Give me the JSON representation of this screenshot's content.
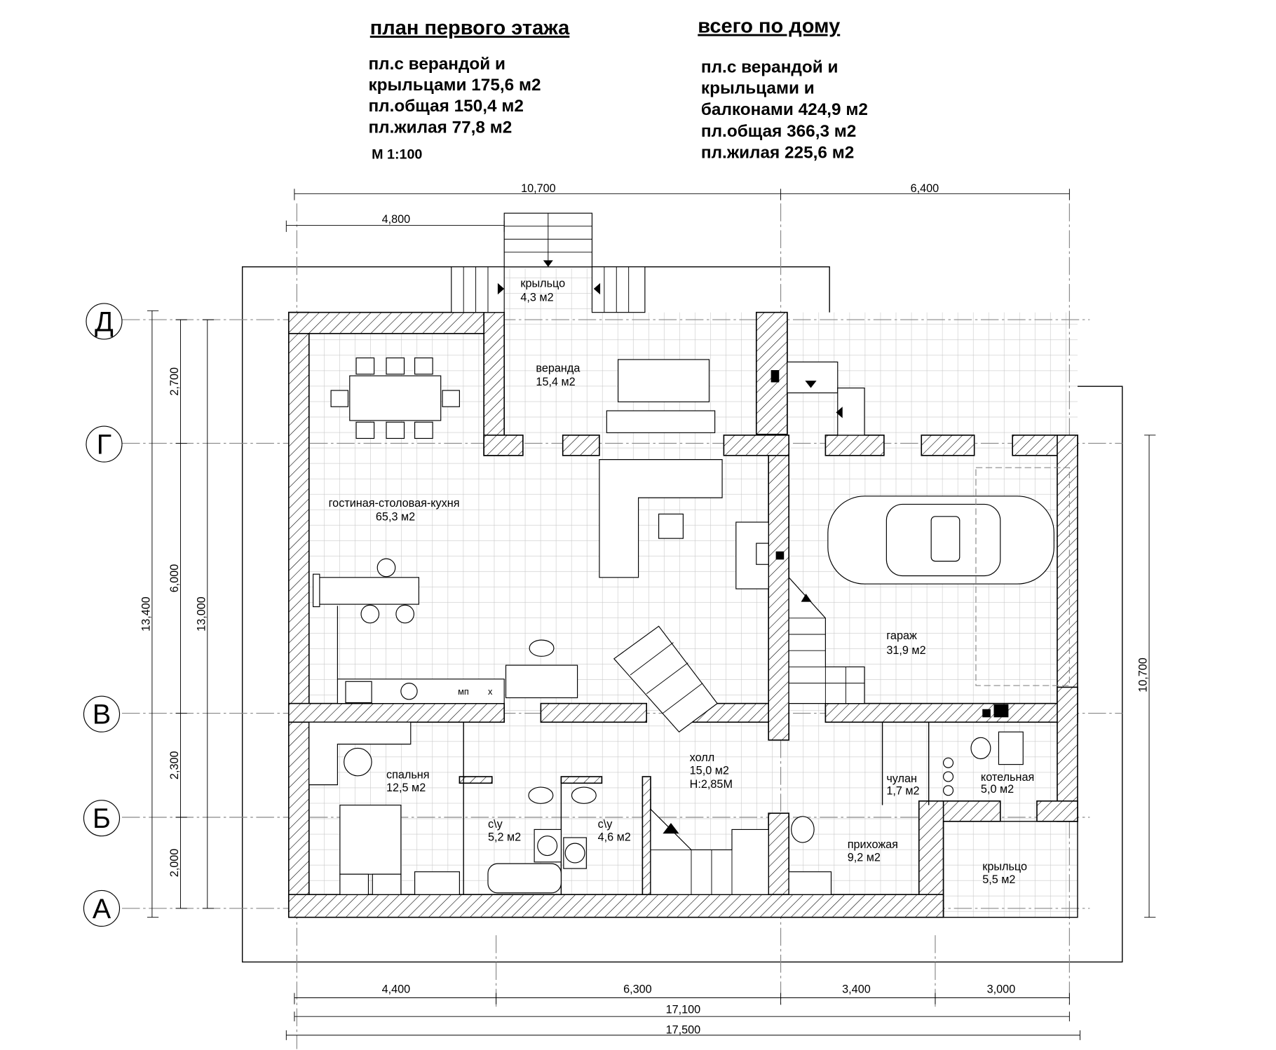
{
  "header": {
    "floor_title": "план первого этажа",
    "floor_lines": [
      "пл.с верандой и",
      "крыльцами 175,6 м2",
      "пл.общая 150,4 м2",
      "пл.жилая 77,8 м2"
    ],
    "scale": "М 1:100",
    "house_title": "всего по дому",
    "house_lines": [
      "пл.с верандой и",
      "крыльцами и",
      "балконами 424,9 м2",
      "пл.общая 366,3 м2",
      "пл.жилая 225,6 м2"
    ]
  },
  "axes": [
    "Д",
    "Г",
    "В",
    "Б",
    "А"
  ],
  "dimensions": {
    "top": [
      "10,700",
      "6,400"
    ],
    "top2": "4,800",
    "left": [
      "2,700",
      "6,000",
      "2,300",
      "2,000"
    ],
    "left_total1": "13,400",
    "left_total2": "13,000",
    "right": "10,700",
    "bottom": [
      "4,400",
      "6,300",
      "3,400",
      "3,000"
    ],
    "bottom_total1": "17,100",
    "bottom_total2": "17,500"
  },
  "rooms": [
    {
      "name": "крыльцо",
      "area": "4,3 м2"
    },
    {
      "name": "веранда",
      "area": "15,4 м2"
    },
    {
      "name": "гостиная-столовая-кухня",
      "area": "65,3 м2"
    },
    {
      "name": "гараж",
      "area": "31,9 м2"
    },
    {
      "name": "спальня",
      "area": "12,5 м2"
    },
    {
      "name": "холл",
      "area": "15,0 м2",
      "height": "Н:2,85М"
    },
    {
      "name": "с\\у",
      "area": "5,2 м2"
    },
    {
      "name": "с\\у",
      "area": "4,6 м2"
    },
    {
      "name": "чулан",
      "area": "1,7 м2"
    },
    {
      "name": "котельная",
      "area": "5,0 м2"
    },
    {
      "name": "прихожая",
      "area": "9,2 м2"
    },
    {
      "name": "крыльцо",
      "area": "5,5 м2"
    }
  ],
  "kitchen_marks": {
    "dishwasher": "мп",
    "x": "х"
  }
}
